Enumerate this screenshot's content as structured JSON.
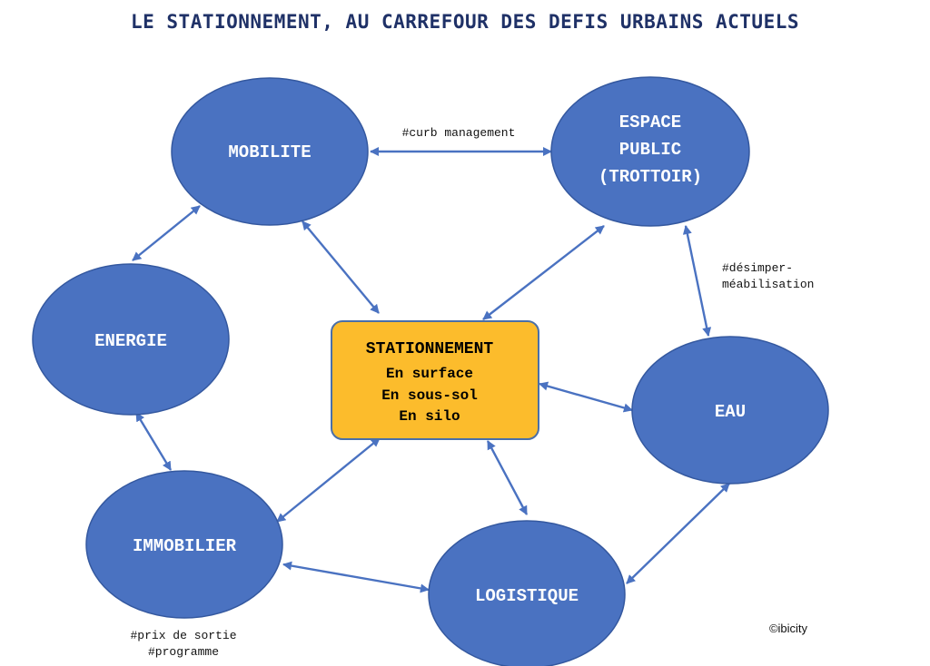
{
  "title": "LE STATIONNEMENT, AU CARREFOUR DES DEFIS URBAINS ACTUELS",
  "colors": {
    "node_fill": "#4a72c1",
    "node_text": "#ffffff",
    "center_fill": "#fcbc2c",
    "arrow": "#4a72c1",
    "title": "#1f3167"
  },
  "center": {
    "title": "STATIONNEMENT",
    "lines": [
      "En surface",
      "En sous-sol",
      "En silo"
    ]
  },
  "nodes": {
    "mobilite": {
      "lines": [
        "MOBILITE"
      ]
    },
    "espace_public": {
      "lines": [
        "ESPACE",
        "PUBLIC",
        "(TROTTOIR)"
      ]
    },
    "energie": {
      "lines": [
        "ENERGIE"
      ]
    },
    "eau": {
      "lines": [
        "EAU"
      ]
    },
    "immobilier": {
      "lines": [
        "IMMOBILIER"
      ]
    },
    "logistique": {
      "lines": [
        "LOGISTIQUE"
      ]
    }
  },
  "annotations": {
    "curb": "#curb management",
    "desimper_1": "#désimper-",
    "desimper_2": "méabilisation",
    "prix": "#prix de sortie",
    "programme": "#programme"
  },
  "copyright": "©ibicity",
  "edges": [
    {
      "from": "mobilite",
      "to": "espace_public",
      "label": "#curb management"
    },
    {
      "from": "mobilite",
      "to": "energie"
    },
    {
      "from": "mobilite",
      "to": "stationnement"
    },
    {
      "from": "espace_public",
      "to": "stationnement"
    },
    {
      "from": "espace_public",
      "to": "eau",
      "label": "#désimper-méabilisation"
    },
    {
      "from": "energie",
      "to": "immobilier"
    },
    {
      "from": "stationnement",
      "to": "eau"
    },
    {
      "from": "stationnement",
      "to": "immobilier"
    },
    {
      "from": "stationnement",
      "to": "logistique"
    },
    {
      "from": "immobilier",
      "to": "logistique"
    },
    {
      "from": "logistique",
      "to": "eau"
    }
  ]
}
